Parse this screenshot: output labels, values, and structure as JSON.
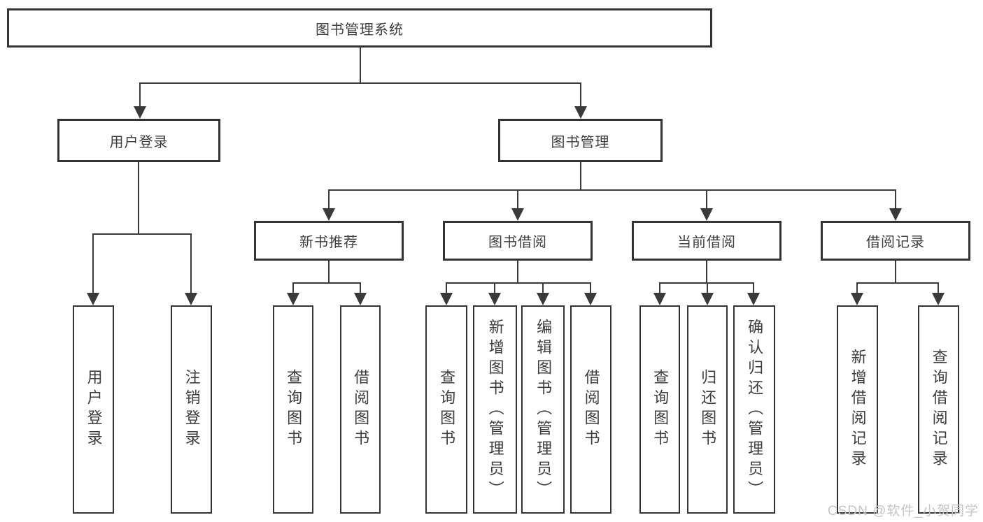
{
  "tree": {
    "root": {
      "label": "图书管理系统"
    },
    "branches": [
      {
        "label": "用户登录",
        "children": [
          {
            "label": "用户登录"
          },
          {
            "label": "注销登录"
          }
        ]
      },
      {
        "label": "图书管理",
        "children": [
          {
            "label": "新书推荐",
            "children": [
              {
                "label": "查询图书"
              },
              {
                "label": "借阅图书"
              }
            ]
          },
          {
            "label": "图书借阅",
            "children": [
              {
                "label": "查询图书"
              },
              {
                "label": "新增图书（管理员）"
              },
              {
                "label": "编辑图书（管理员）"
              },
              {
                "label": "借阅图书"
              }
            ]
          },
          {
            "label": "当前借阅",
            "children": [
              {
                "label": "查询图书"
              },
              {
                "label": "归还图书"
              },
              {
                "label": "确认归还（管理员）"
              }
            ]
          },
          {
            "label": "借阅记录",
            "children": [
              {
                "label": "新增借阅记录"
              },
              {
                "label": "查询借阅记录"
              }
            ]
          }
        ]
      }
    ]
  },
  "watermark": {
    "text": "CSDN @软件_小贺同学"
  },
  "colors": {
    "line": "#3a3a3a",
    "border": "#333333",
    "text": "#3d3d3d",
    "watermark": "#c6c4c4",
    "background": "#ffffff"
  }
}
